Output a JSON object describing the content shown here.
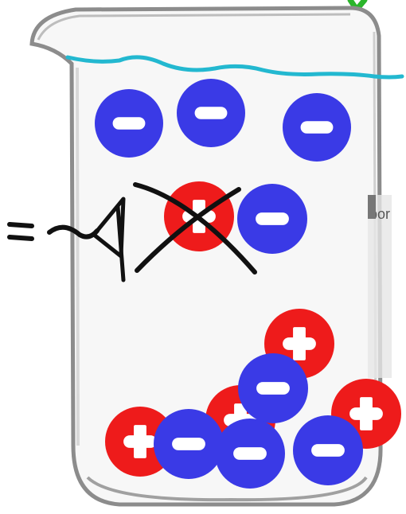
{
  "scene": {
    "label_text": "bor",
    "colors": {
      "background": "#ffffff",
      "glass_outline": "#8c8c8c",
      "water_line": "#23b8d0",
      "anion": "#3a3ae6",
      "cation": "#ee1b1b",
      "ion_sign": "#ffffff",
      "ink": "#111111",
      "green_mark": "#2bb52b"
    }
  },
  "ions": [
    {
      "charge": "negative"
    },
    {
      "charge": "negative"
    },
    {
      "charge": "negative"
    },
    {
      "charge": "positive"
    },
    {
      "charge": "negative"
    },
    {
      "charge": "positive"
    },
    {
      "charge": "negative"
    },
    {
      "charge": "positive"
    },
    {
      "charge": "positive"
    },
    {
      "charge": "positive"
    },
    {
      "charge": "negative"
    },
    {
      "charge": "negative"
    },
    {
      "charge": "negative"
    }
  ]
}
